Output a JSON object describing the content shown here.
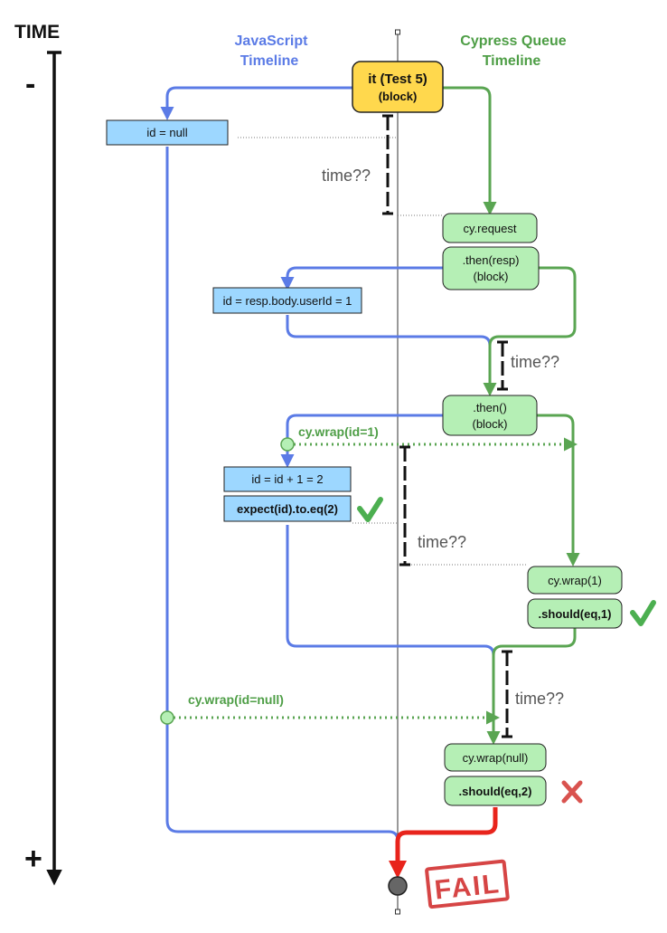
{
  "axis": {
    "title": "TIME",
    "minus": "-",
    "plus": "+"
  },
  "headers": {
    "js_line1": "JavaScript",
    "js_line2": "Timeline",
    "cy_line1": "Cypress Queue",
    "cy_line2": "Timeline"
  },
  "test_block": {
    "line1": "it (Test 5)",
    "line2": "(block)"
  },
  "js_boxes": {
    "id_null": "id = null",
    "id_resp": "id = resp.body.userId = 1",
    "id_plus": "id = id + 1 = 2",
    "expect": "expect(id).to.eq(2)"
  },
  "cy_boxes": {
    "request": "cy.request",
    "then_resp_1": ".then(resp)",
    "then_resp_2": "(block)",
    "then_1": ".then()",
    "then_2": "(block)",
    "wrap1": "cy.wrap(1)",
    "should1": ".should(eq,1)",
    "wrap_null": "cy.wrap(null)",
    "should2": ".should(eq,2)"
  },
  "labels": {
    "wrap_id1": "cy.wrap(id=1)",
    "wrap_idnull": "cy.wrap(id=null)"
  },
  "time_labels": [
    "time??",
    "time??",
    "time??",
    "time??"
  ],
  "fail_stamp": "FAIL",
  "colors": {
    "blue_line": "#5b7be6",
    "green_line": "#5aa552",
    "red_line": "#e8241c",
    "yellow_box": "#ffd84d",
    "blue_box": "#9dd7ff",
    "green_box": "#b5efb5",
    "fail": "#d64545"
  }
}
